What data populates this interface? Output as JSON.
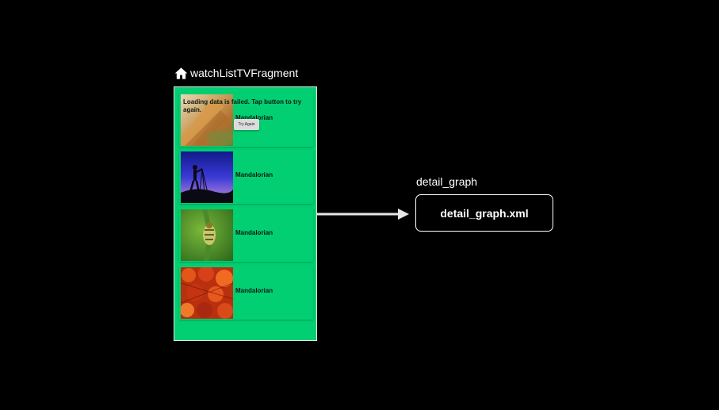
{
  "fragment": {
    "title": "watchListTVFragment",
    "icon": "home-icon",
    "background_color": "#02cf72",
    "error_message": "Loading data is failed. Tap button to try again.",
    "retry_label": "Try Again",
    "items": [
      {
        "title": "Mandalorian",
        "thumbnail": "autumn-leaf-closeup"
      },
      {
        "title": "Mandalorian",
        "thumbnail": "photographer-silhouette"
      },
      {
        "title": "Mandalorian",
        "thumbnail": "insect-on-leaf"
      },
      {
        "title": "Mandalorian",
        "thumbnail": "red-maple-leaves"
      }
    ]
  },
  "action": {
    "arrow_color": "#e6e6e6"
  },
  "nested_graph": {
    "label": "detail_graph",
    "file": "detail_graph.xml"
  }
}
